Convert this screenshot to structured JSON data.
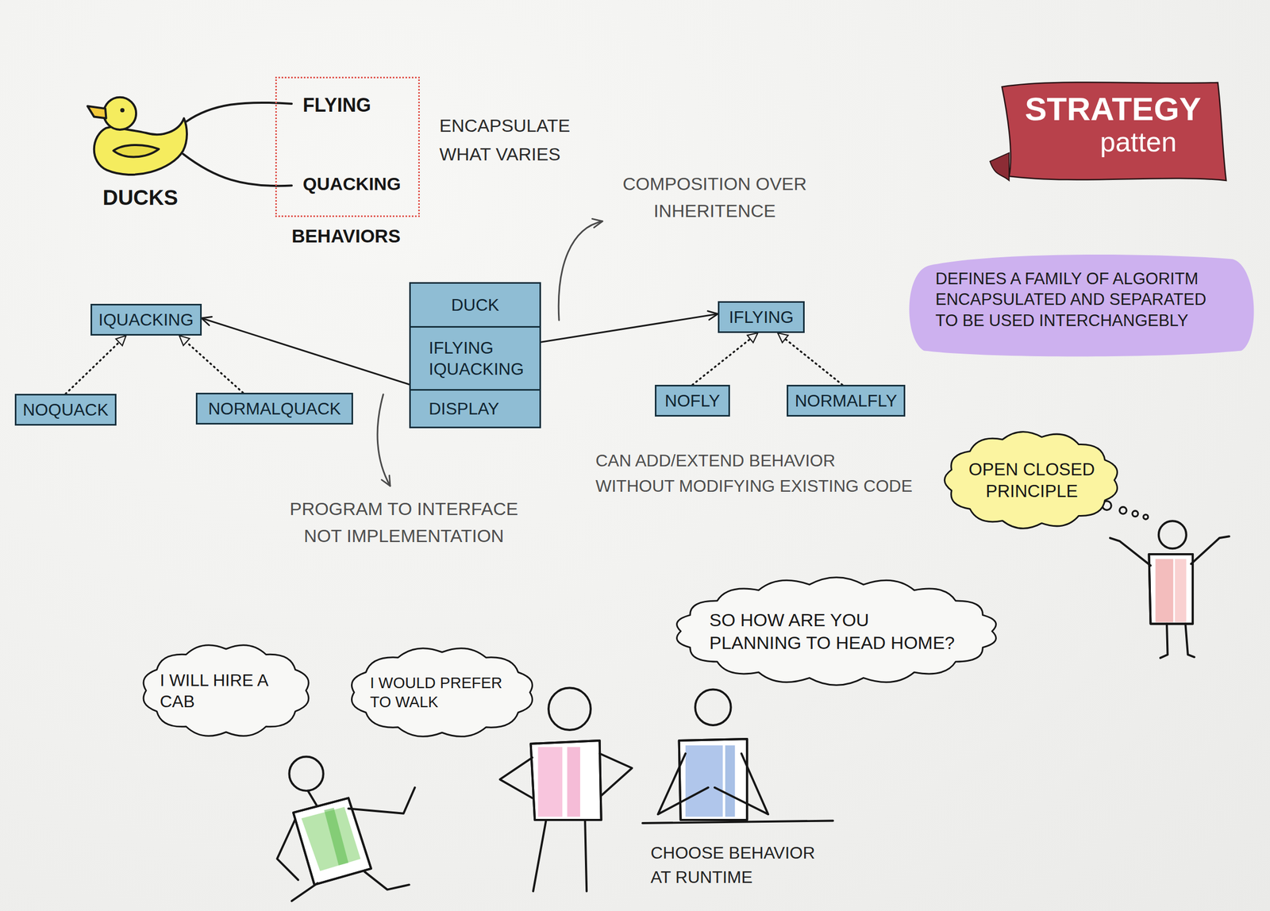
{
  "diagram": {
    "nodes": [
      {
        "text": [
          "FLYING",
          "QUACKING",
          "BEHAVIORS"
        ]
      },
      {
        "text": [
          "STRATEGY",
          "patten"
        ]
      },
      {
        "text": [
          "DEFINES A FAMILY OF ALGORITM ENCAPSULATED AND SEPARATED TO BE USED INTERCHANGEBLY"
        ]
      },
      {
        "text": [
          "DUCK",
          "IFLYING IQUACKING",
          "DISPLAY"
        ]
      },
      {
        "text": [
          "IQUACKING"
        ]
      },
      {
        "text": [
          "IFLYING"
        ]
      },
      {
        "text": [
          "NOQUACK"
        ]
      },
      {
        "text": [
          "NORMALQUACK"
        ]
      },
      {
        "text": [
          "NOFLY"
        ]
      },
      {
        "text": [
          "NORMALFLY"
        ]
      },
      {
        "text": [
          "OPEN CLOSED PRINCIPLE"
        ]
      },
      {
        "text": [
          "SO HOW ARE YOU PLANNING TO HEAD HOME?"
        ]
      },
      {
        "text": [
          "I WILL HIRE A CAB"
        ]
      },
      {
        "text": [
          "I WOULD PREFER TO WALK"
        ]
      }
    ],
    "edges": [
      {
        "from": 3,
        "to": 4,
        "arrow": "to"
      },
      {
        "from": 3,
        "to": 5,
        "arrow": "to"
      },
      {
        "from": 6,
        "to": 4,
        "arrow": "to"
      },
      {
        "from": 7,
        "to": 4,
        "arrow": "to"
      },
      {
        "from": 8,
        "to": 5,
        "arrow": "to"
      },
      {
        "from": 9,
        "to": 5,
        "arrow": "to"
      }
    ],
    "labels": [
      "DUCKS",
      "ENCAPSULATE WHAT VARIES",
      "COMPOSITION OVER INHERITENCE",
      "PROGRAM TO INTERFACE NOT IMPLEMENTATION",
      "CAN ADD/EXTEND BEHAVIOR WITHOUT MODIFYING EXISTING CODE",
      "CHOOSE BEHAVIOR AT RUNTIME"
    ]
  }
}
